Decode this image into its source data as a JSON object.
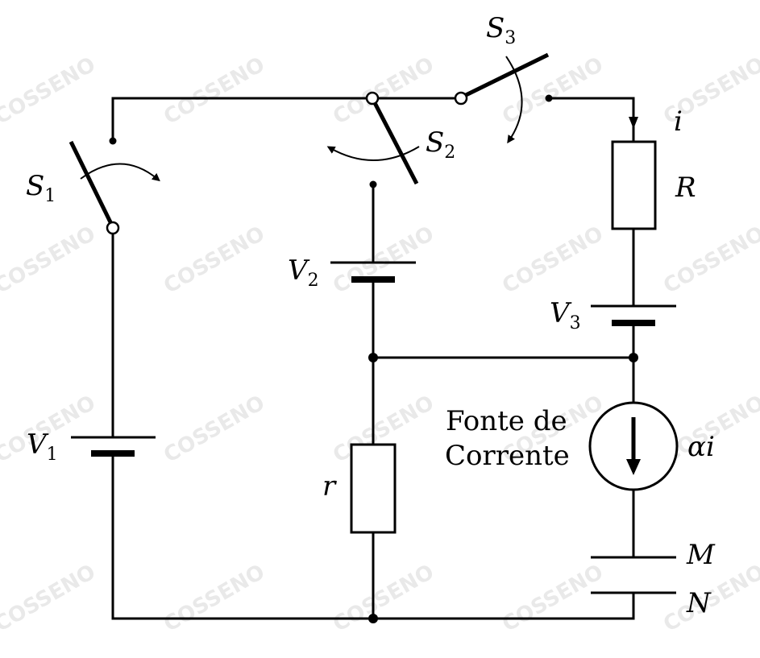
{
  "watermark": "COSSENO",
  "labels": {
    "s1": "S",
    "s1_sub": "1",
    "s2": "S",
    "s2_sub": "2",
    "s3": "S",
    "s3_sub": "3",
    "v1": "V",
    "v1_sub": "1",
    "v2": "V",
    "v2_sub": "2",
    "v3": "V",
    "v3_sub": "3",
    "i": "i",
    "R": "R",
    "r": "r",
    "alpha_i": "αi",
    "source_line1": "Fonte de",
    "source_line2": "Corrente",
    "M": "M",
    "N": "N"
  }
}
